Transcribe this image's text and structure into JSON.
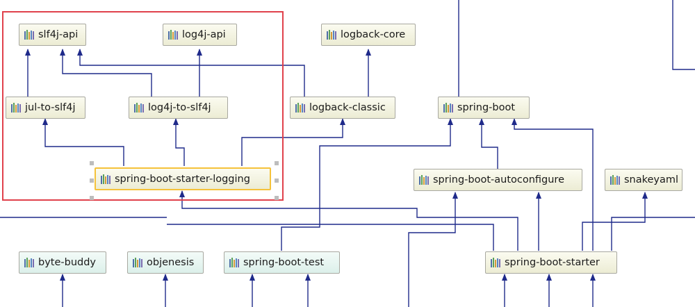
{
  "diagram": {
    "nodes": {
      "slf4j_api": "slf4j-api",
      "log4j_api": "log4j-api",
      "logback_core": "logback-core",
      "jul_to_slf4j": "jul-to-slf4j",
      "log4j_to_slf4j": "log4j-to-slf4j",
      "logback_classic": "logback-classic",
      "spring_boot": "spring-boot",
      "spring_boot_starter_logging": "spring-boot-starter-logging",
      "spring_boot_autoconfigure": "spring-boot-autoconfigure",
      "snakeyaml": "snakeyaml",
      "byte_buddy": "byte-buddy",
      "objenesis": "objenesis",
      "spring_boot_test": "spring-boot-test",
      "spring_boot_starter": "spring-boot-starter"
    },
    "icon": "library-jar-icon",
    "colors": {
      "edge": "#1f2a8a",
      "highlight_box": "#e0414b",
      "selection_border": "#f5c23a",
      "node_beige": "#ececd4",
      "node_mint": "#dcf0ea"
    },
    "selected_node": "spring_boot_starter_logging"
  }
}
